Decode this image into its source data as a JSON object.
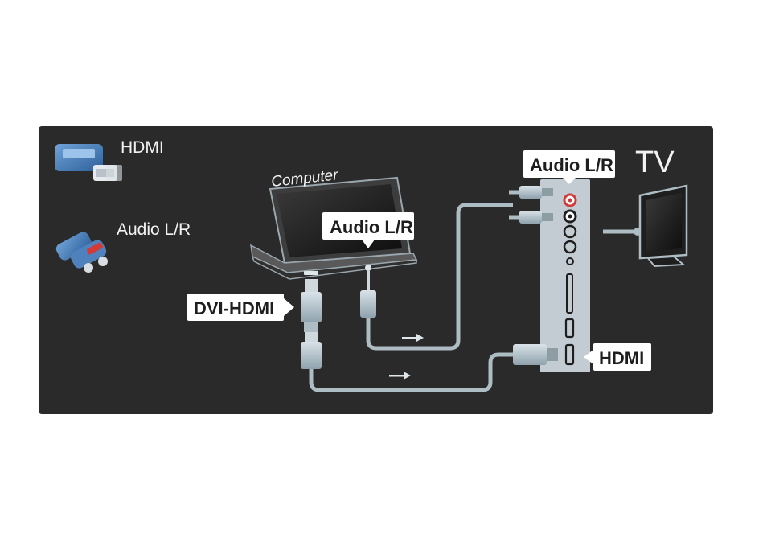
{
  "legend": {
    "hdmi_label": "HDMI",
    "audio_label": "Audio L/R"
  },
  "computer": {
    "label": "Computer",
    "audio_label": "Audio L/R",
    "dvi_label": "DVI-HDMI"
  },
  "tv": {
    "title": "TV",
    "audio_label": "Audio L/R",
    "hdmi_label": "HDMI"
  },
  "colors": {
    "panel_bg": "#2a2a2a",
    "cable": "#aebcc4",
    "panel_strip": "#c3ccd2",
    "callout": "#ffffff",
    "audio_red": "#d23a3a"
  }
}
